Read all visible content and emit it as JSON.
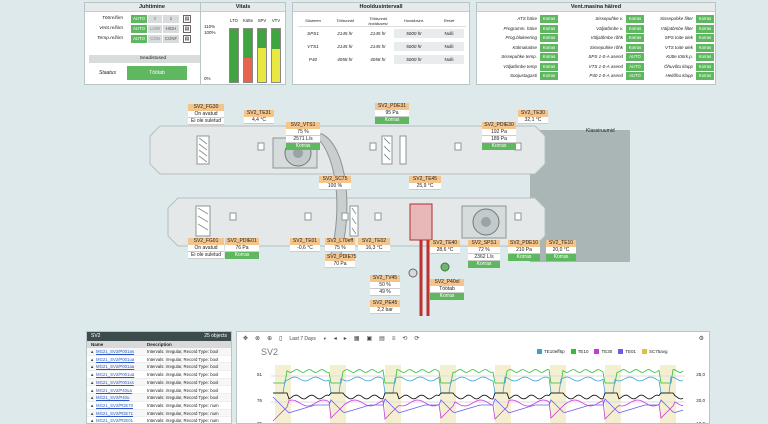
{
  "juhtimine": {
    "title": "Juhtimine",
    "rows": [
      {
        "label": "Töörežiim",
        "a": "AUTO",
        "b": "0",
        "c": "1"
      },
      {
        "label": "Vent.režiim",
        "a": "AUTO",
        "b": "LOW",
        "c": "HIGH"
      },
      {
        "label": "Temp.režiim",
        "a": "AUTO",
        "b": "CON",
        "c": "CONF"
      }
    ],
    "settings": "Seadistused",
    "status_label": "Staatus",
    "status_value": "Töötab"
  },
  "vitals": {
    "title": "Vitals",
    "scale_top": "110%",
    "scale_100": "100%",
    "scale_0": "0%",
    "cols": [
      "LTO",
      "Kütte",
      "SPV",
      "VTV"
    ],
    "levels": [
      0.0,
      0.45,
      0.65,
      0.62
    ]
  },
  "hooldus": {
    "title": "Hooldusintervall",
    "headers": [
      "Süsteem",
      "Töötunnid",
      "Töötunnid hooldusest",
      "Hooldusint.",
      "Reset"
    ],
    "rows": [
      [
        "SPS1",
        "2145 hr",
        "2145 hr",
        "5000 hr",
        "Nulli"
      ],
      [
        "VTS1",
        "2145 hr",
        "2145 hr",
        "5000 hr",
        "Nulli"
      ],
      [
        "P40",
        "4058 hr",
        "4058 hr",
        "5000 hr",
        "Nulli"
      ]
    ]
  },
  "hared": {
    "title": "Vent.masina häired",
    "left": [
      [
        "ATS häire",
        "Korras"
      ],
      [
        "Programm. häire",
        "Korras"
      ],
      [
        "Prog.blokeering",
        "Korras"
      ],
      [
        "Külmakaitse",
        "Korras"
      ],
      [
        "Sissepuhke temp.",
        "Korras"
      ],
      [
        "Väljatõmbe temp",
        "Korras"
      ],
      [
        "Soojustagasti",
        "Korras"
      ]
    ],
    "right": [
      [
        "Sissepuhke v.",
        "Korras"
      ],
      [
        "Väljatõmbe v.",
        "Korras"
      ],
      [
        "Väljatõmbe rõhk",
        "Korras"
      ],
      [
        "Sissepuhke rõhk",
        "Korras"
      ],
      [
        "SPS 1-0-A asend",
        "AUTO"
      ],
      [
        "VTS 1-0-A asend",
        "AUTO"
      ],
      [
        "P40 1-0-A asend",
        "AUTO"
      ]
    ],
    "right2": [
      [
        "Sissepuhke filter",
        "Korras"
      ],
      [
        "Väljatõmbe filter",
        "Korras"
      ],
      [
        "SPS toite olek",
        "Korras"
      ],
      [
        "VTS toite olek",
        "Korras"
      ],
      [
        "Kütte töörk.p.",
        "Korras"
      ],
      [
        "Õhuvõtu klapp",
        "Korras"
      ],
      [
        "Heitõhu klapp",
        "Korras"
      ]
    ]
  },
  "schematic": {
    "room_label": "Klassiruumid",
    "tags": {
      "fg30": {
        "t": "SV2_FG30",
        "v": "On avatud",
        "v2": "Ei ole suletud"
      },
      "te31": {
        "t": "SV2_TE31",
        "v": "4,4 °C"
      },
      "vts1": {
        "t": "SV2_VTS1",
        "v": "75 %",
        "v2": "2571 L/s",
        "s": "Korras"
      },
      "pde31": {
        "t": "SV2_PDE31",
        "v": "95 Pa",
        "s": "Korras"
      },
      "pdie30": {
        "t": "SV2_PDIE30",
        "v": "192 Pa",
        "v2": "189 Pa",
        "s": "Korras"
      },
      "te30": {
        "t": "SV2_TE30",
        "v": "32,1 °C"
      },
      "sc75": {
        "t": "SV2_SC75",
        "v": "100 %"
      },
      "te45": {
        "t": "SV2_TE45",
        "v": "25,9 °C"
      },
      "fg01": {
        "t": "SV2_FG01",
        "v": "On avatud",
        "v2": "Ei ole suletud"
      },
      "pdie01": {
        "t": "SV2_PDIE01",
        "v": "76 Pa",
        "s": "Korras"
      },
      "te01": {
        "t": "SV2_TE01",
        "v": "-0,6 °C"
      },
      "l70": {
        "t": "SV2_L70eff",
        "v": "75 %"
      },
      "pdie75": {
        "t": "SV2_PDIE75",
        "v": "70 Pa"
      },
      "te02": {
        "t": "SV2_TE02",
        "v": "16,3 °C"
      },
      "te40": {
        "t": "SV2_TE40",
        "v": "28,6 °C"
      },
      "sps1": {
        "t": "SV2_SPS1",
        "v": "72 %",
        "v2": "2362 L/s",
        "s": "Korras"
      },
      "pde10": {
        "t": "SV2_PDE10",
        "v": "210 Pa",
        "s": "Korras"
      },
      "te10": {
        "t": "SV2_TE10",
        "v": "20,0 °C",
        "s": "Korras"
      },
      "tv45": {
        "t": "SV2_TV45",
        "v": "50 %",
        "v2": "49 %"
      },
      "p40": {
        "t": "SV2_P40ol",
        "v": "Töötab",
        "s": "Korras"
      },
      "pe45": {
        "t": "SV2_PE45",
        "v": "2,2 bar"
      }
    }
  },
  "list": {
    "title": "SV2",
    "count": "25 objects",
    "col_name": "Name",
    "col_desc": "Description",
    "items": [
      [
        "MG21_SV2/P001as",
        "Intervals: irregular, Record Type: bool"
      ],
      [
        "MG21_SV2/P001ua",
        "Intervals: irregular, Record Type: bool"
      ],
      [
        "MG21_SV2/P001aa",
        "Intervals: irregular, Record Type: bool"
      ],
      [
        "MG21_SV2/P001ua",
        "Intervals: irregular, Record Type: bool"
      ],
      [
        "MG21_SV2/P001ss",
        "Intervals: irregular, Record Type: bool"
      ],
      [
        "MG21_SV2/P40ua",
        "Intervals: irregular, Record Type: bool"
      ],
      [
        "MG21_SV2/P40u",
        "Intervals: irregular, Record Type: bool"
      ],
      [
        "MG21_SV2/PDE70",
        "Intervals: irregular, Record Type: num"
      ],
      [
        "MG21_SV2/PDE71",
        "Intervals: irregular, Record Type: num"
      ],
      [
        "MG21_SV2/PDE01",
        "Intervals: irregular, Record Type: num"
      ]
    ]
  },
  "trend": {
    "title": "SV2",
    "range": "Last 7 Days",
    "legend": [
      {
        "name": "TE10eff5p",
        "color": "#3aa0d8"
      },
      {
        "name": "TE10",
        "color": "#2fbf3a"
      },
      {
        "name": "TE30",
        "color": "#c83ad8"
      },
      {
        "name": "TE01",
        "color": "#6a5cf0"
      },
      {
        "name": "SC75avg",
        "color": "#e0c040"
      }
    ],
    "y_left": [
      "51",
      "76",
      "75"
    ],
    "y_right": [
      "25,0",
      "20,0",
      "10,0"
    ]
  }
}
